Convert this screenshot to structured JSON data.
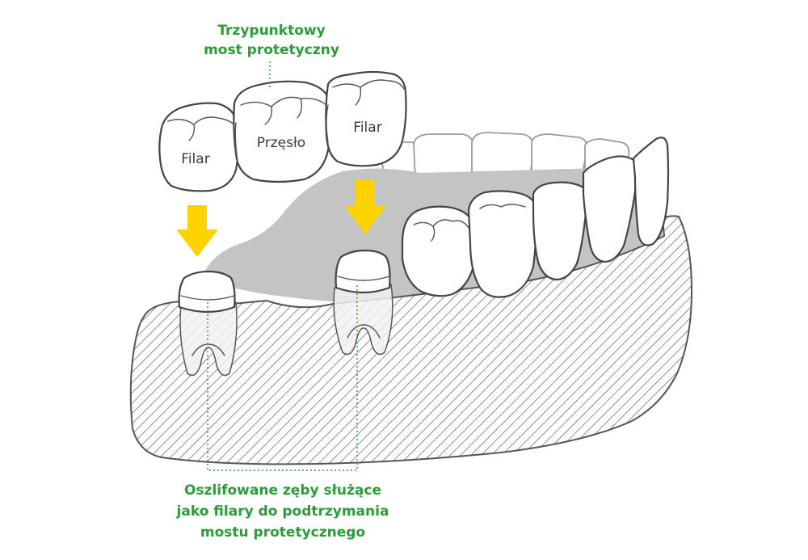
{
  "title": {
    "line1": "Trzypunktowy",
    "line2": "most protetyczny"
  },
  "bridge": {
    "left_label": "Filar",
    "middle_label": "Przęsło",
    "right_label": "Filar"
  },
  "caption": {
    "line1": "Oszlifowane zęby służące",
    "line2": "jako filary do podtrzymania",
    "line3": "mostu protetycznego"
  },
  "colors": {
    "label_green": "#2a9d38",
    "arrow_yellow": "#ffd200",
    "gum_gray": "#c4c4c4",
    "outline": "#444444"
  }
}
